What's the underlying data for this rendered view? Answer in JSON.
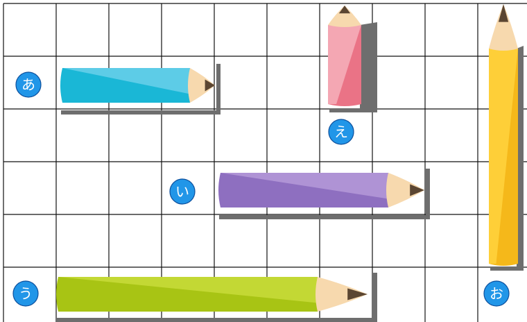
{
  "pencils": [
    {
      "id": "a",
      "label": "あ",
      "color": "#1ab7d6",
      "color_light": "#6ad0ea",
      "length_cells": 3
    },
    {
      "id": "i",
      "label": "い",
      "color": "#8e6fc0",
      "color_light": "#b59ad8",
      "length_cells": 4
    },
    {
      "id": "u",
      "label": "う",
      "color": "#a8c414",
      "color_light": "#c8dc3a",
      "length_cells": 6
    },
    {
      "id": "e",
      "label": "え",
      "color": "#ea7386",
      "color_light": "#f6b0bb",
      "length_cells": 2
    },
    {
      "id": "o",
      "label": "お",
      "color": "#f5b81a",
      "color_light": "#ffd23e",
      "length_cells": 5
    }
  ],
  "colors": {
    "grid": "#111111",
    "badge": "#2196e8",
    "badge_border": "#0d4f9c",
    "shadow": "#6e6e6e",
    "wood": "#f7d9ae",
    "lead": "#5b4632"
  }
}
